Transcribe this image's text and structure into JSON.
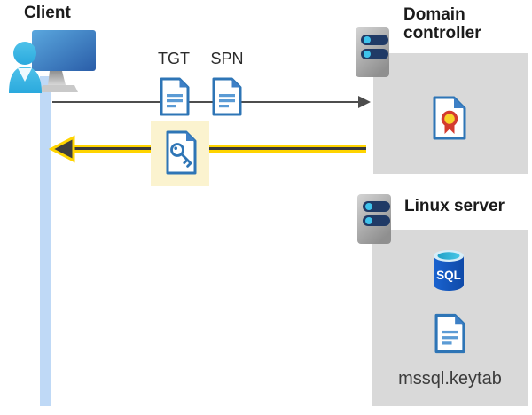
{
  "diagram": {
    "client": {
      "label": "Client"
    },
    "flow": {
      "tgt_label": "TGT",
      "spn_label": "SPN"
    },
    "domain_controller": {
      "label": "Domain controller"
    },
    "linux_server": {
      "label": "Linux server",
      "sql_badge": "SQL",
      "keytab_label": "mssql.keytab"
    }
  },
  "icons": {
    "client": "user-at-computer-icon",
    "documents": "document-icon",
    "key_document": "key-document-icon",
    "certificate": "certificate-icon",
    "servers": "server-icon",
    "database": "sql-database-icon"
  },
  "colors": {
    "doc_border_blue": "#2e75b6",
    "doc_fold_blue": "#3e80c6",
    "doc_line_blue": "#5b9bd5",
    "panel_gray": "#d9d9d9",
    "lifeline_blue": "#bfd9f6",
    "request_arrow_gray": "#4d4d4d",
    "response_arrow_yellow": "#ffd400",
    "response_arrow_core": "#3a3a3a",
    "highlight_cream": "#fbf3cf",
    "person_cyan": "#38b6e3",
    "server_pill_navy": "#203a66",
    "server_dot_cyan": "#3fc3ec",
    "sql_blue": "#1456bc",
    "cert_red": "#d43b2f",
    "cert_gold": "#f8d22a"
  }
}
